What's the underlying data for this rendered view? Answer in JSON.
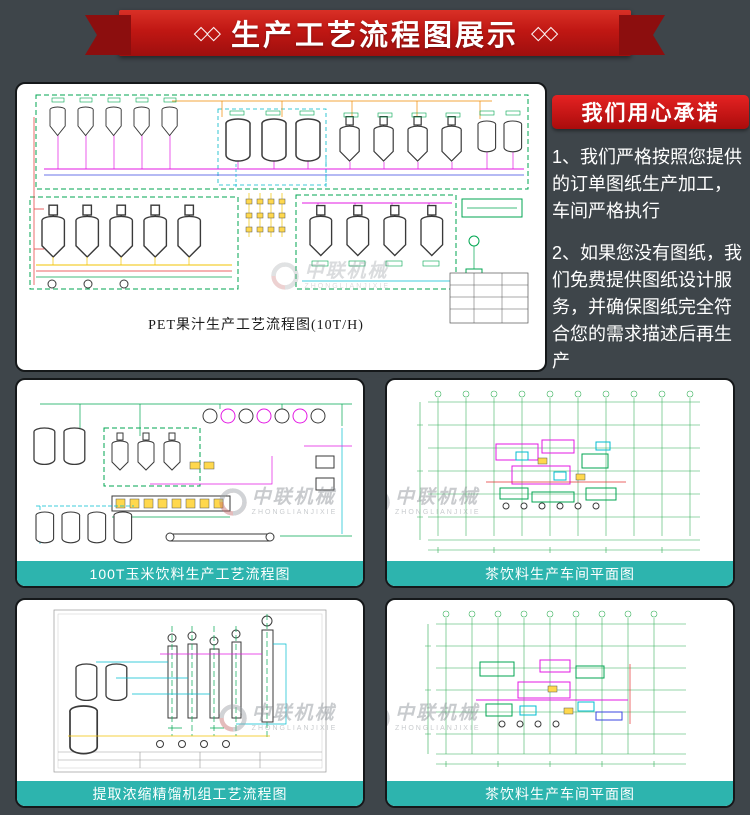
{
  "banner": {
    "title": "生产工艺流程图展示",
    "decor_left": "◇◇",
    "decor_right": "◇◇"
  },
  "promise": {
    "badge": "我们用心承诺",
    "items": [
      "1、我们严格按照您提供的订单图纸生产加工，车间严格执行",
      "2、如果您没有图纸，我们免费提供图纸设计服务，并确保图纸完全符合您的需求描述后再生产"
    ]
  },
  "cards": {
    "main": {
      "caption": "PET果汁生产工艺流程图(10T/H)"
    },
    "mid_left": {
      "caption": "100T玉米饮料生产工艺流程图"
    },
    "mid_right": {
      "caption": "茶饮料生产车间平面图"
    },
    "bottom_left": {
      "caption": "提取浓缩精馏机组工艺流程图"
    },
    "bottom_right": {
      "caption": "茶饮料生产车间平面图"
    }
  },
  "watermark": {
    "text": "中联机械",
    "subtext": "ZHONGLIANJIXIE"
  },
  "colors": {
    "accent_red": "#c01713",
    "teal": "#2db4ae",
    "background": "#3e454a",
    "cad_green": "#00a651"
  }
}
